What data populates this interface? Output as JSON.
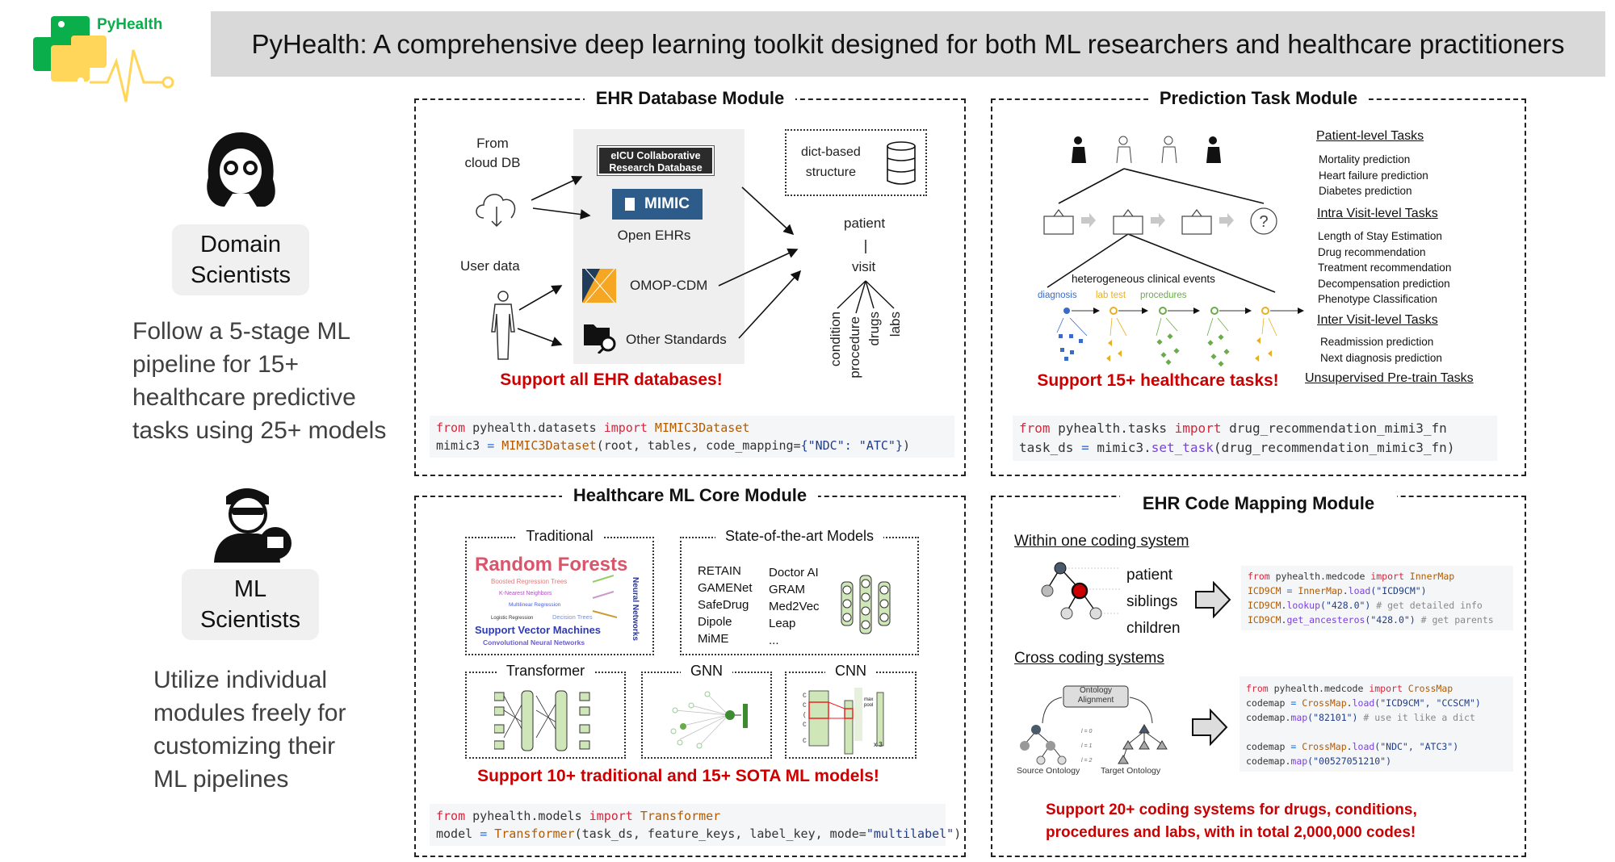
{
  "logo": {
    "text": "PyHealth",
    "green": "#0aaf4b",
    "yellow": "#ffd65a"
  },
  "header": {
    "title": "PyHealth: A comprehensive deep learning toolkit designed for both ML researchers and healthcare practitioners"
  },
  "roles": [
    {
      "label_line1": "Domain",
      "label_line2": "Scientists",
      "description": [
        "Follow a 5-stage ML",
        "pipeline for 15+",
        "healthcare predictive",
        "tasks using 25+ models"
      ]
    },
    {
      "label_line1": "ML",
      "label_line2": "Scientists",
      "description": [
        "Utilize individual",
        "modules freely for",
        "customizing their",
        "ML pipelines"
      ]
    }
  ],
  "colors": {
    "red": "#cc0000",
    "code_bg": "#f5f6f8",
    "mimic_blue": "#2e5c8a"
  },
  "ehr": {
    "title": "EHR Database Module",
    "from_cloud": [
      "From",
      "cloud DB"
    ],
    "user_data": "User data",
    "eicu": [
      "eICU Collaborative",
      "Research Database"
    ],
    "mimic": "MIMIC",
    "open_ehrs": "Open EHRs",
    "omop": "OMOP-CDM",
    "other": "Other Standards",
    "dict": [
      "dict-based",
      "structure"
    ],
    "patient": "patient",
    "visit": "visit",
    "leaves": [
      "condition",
      "procedure",
      "drugs",
      "labs"
    ],
    "support": "Support all EHR databases!",
    "code": [
      [
        {
          "t": "from",
          "k": "kw"
        },
        {
          "t": " pyhealth.datasets "
        },
        {
          "t": "import",
          "k": "kw"
        },
        {
          "t": " MIMIC3Dataset",
          "k": "cls"
        }
      ],
      [
        {
          "t": "mimic3 "
        },
        {
          "t": "=",
          "k": "op"
        },
        {
          "t": " "
        },
        {
          "t": "MIMIC3Dataset",
          "k": "cls"
        },
        {
          "t": "(root, tables, code_mapping="
        },
        {
          "t": "{\"NDC\": \"ATC\"}",
          "k": "str"
        },
        {
          "t": ")"
        }
      ]
    ]
  },
  "pred": {
    "title": "Prediction Task Module",
    "events_label": "heterogeneous clinical events",
    "event_types": [
      {
        "label": "diagnosis",
        "color": "#3a6bc9"
      },
      {
        "label": "lab test",
        "color": "#e8b020"
      },
      {
        "label": "procedures",
        "color": "#6aab4a"
      }
    ],
    "groups": [
      {
        "heading": "Patient-level Tasks",
        "items": [
          "Mortality prediction",
          "Heart failure prediction",
          "Diabetes prediction"
        ]
      },
      {
        "heading": "Intra Visit-level Tasks",
        "items": [
          "Length of Stay Estimation",
          "Drug recommendation",
          "Treatment recommendation",
          "Decompensation prediction",
          "Phenotype Classification"
        ]
      },
      {
        "heading": "Inter Visit-level Tasks",
        "items": [
          "Readmission prediction",
          "Next diagnosis prediction"
        ]
      }
    ],
    "unsupervised": "Unsupervised Pre-train Tasks",
    "support": "Support 15+ healthcare tasks!",
    "code": [
      [
        {
          "t": "from",
          "k": "kw"
        },
        {
          "t": " pyhealth.tasks "
        },
        {
          "t": "import",
          "k": "kw"
        },
        {
          "t": " drug_recommendation_mimi3_fn"
        }
      ],
      [
        {
          "t": "task_ds "
        },
        {
          "t": "=",
          "k": "op"
        },
        {
          "t": " mimic3."
        },
        {
          "t": "set_task",
          "k": "fn"
        },
        {
          "t": "(drug_recommendation_mimic3_fn)"
        }
      ]
    ]
  },
  "core": {
    "title": "Healthcare ML Core Module",
    "traditional": "Traditional",
    "wordcloud": [
      "Random Forests",
      "Neural Networks",
      "Support Vector Machines",
      "Convolutional Neural Networks",
      "Boosted Regression Trees",
      "Decision Trees",
      "K-Nearest Neighbors",
      "Logistic Regression",
      "Multilinear Regression"
    ],
    "sota": "State-of-the-art Models",
    "models_col1": [
      "RETAIN",
      "GAMENet",
      "SafeDrug",
      "Dipole",
      "MiME"
    ],
    "models_col2": [
      "Doctor AI",
      "GRAM",
      "Med2Vec",
      "Leap",
      "..."
    ],
    "transformer": "Transformer",
    "gnn": "GNN",
    "cnn": "CNN",
    "cnn_labels": {
      "pool": "max pool",
      "times": "x 3"
    },
    "support": "Support 10+ traditional and 15+ SOTA ML models!",
    "code": [
      [
        {
          "t": "from",
          "k": "kw"
        },
        {
          "t": " pyhealth.models "
        },
        {
          "t": "import",
          "k": "kw"
        },
        {
          "t": " Transformer",
          "k": "cls"
        }
      ],
      [
        {
          "t": "model "
        },
        {
          "t": "=",
          "k": "op"
        },
        {
          "t": " "
        },
        {
          "t": "Transformer",
          "k": "cls"
        },
        {
          "t": "(task_ds, feature_keys, label_key, mode="
        },
        {
          "t": "\"multilabel\"",
          "k": "str"
        },
        {
          "t": ")"
        }
      ]
    ]
  },
  "mapping": {
    "title": "EHR Code Mapping Module",
    "within": "Within one coding system",
    "tree_labels": [
      "patient",
      "siblings",
      "children"
    ],
    "cross": "Cross coding systems",
    "ontology": {
      "alignment": [
        "Ontology",
        "Alignment"
      ],
      "source": "Source Ontology",
      "target": "Target Ontology",
      "levels": [
        "l = 0",
        "l = 1",
        "l = 2"
      ]
    },
    "code1": [
      [
        {
          "t": "from",
          "k": "kw"
        },
        {
          "t": " pyhealth.medcode "
        },
        {
          "t": "import",
          "k": "kw"
        },
        {
          "t": " InnerMap",
          "k": "cls"
        }
      ],
      [
        {
          "t": "ICD9CM",
          "k": "cls"
        },
        {
          "t": " = ",
          "k": "op"
        },
        {
          "t": "InnerMap",
          "k": "cls"
        },
        {
          "t": "."
        },
        {
          "t": "load",
          "k": "fn"
        },
        {
          "t": "(\"ICD9CM\")",
          "k": "str"
        }
      ],
      [
        {
          "t": "ICD9CM",
          "k": "cls"
        },
        {
          "t": "."
        },
        {
          "t": "lookup",
          "k": "fn"
        },
        {
          "t": "(\"428.0\")",
          "k": "str"
        },
        {
          "t": " # get detailed info",
          "k": "cm"
        }
      ],
      [
        {
          "t": "ICD9CM",
          "k": "cls"
        },
        {
          "t": "."
        },
        {
          "t": "get_ancesteros",
          "k": "fn"
        },
        {
          "t": "(\"428.0\")",
          "k": "str"
        },
        {
          "t": " # get parents",
          "k": "cm"
        }
      ]
    ],
    "code2": [
      [
        {
          "t": "from",
          "k": "kw"
        },
        {
          "t": " pyhealth.medcode "
        },
        {
          "t": "import",
          "k": "kw"
        },
        {
          "t": " CrossMap",
          "k": "cls"
        }
      ],
      [
        {
          "t": "codemap "
        },
        {
          "t": "=",
          "k": "op"
        },
        {
          "t": " "
        },
        {
          "t": "CrossMap",
          "k": "cls"
        },
        {
          "t": "."
        },
        {
          "t": "load",
          "k": "fn"
        },
        {
          "t": "(\"ICD9CM\", \"CCSCM\")",
          "k": "str"
        }
      ],
      [
        {
          "t": "codemap."
        },
        {
          "t": "map",
          "k": "fn"
        },
        {
          "t": "(\"82101\")",
          "k": "str"
        },
        {
          "t": " # use it like a dict",
          "k": "cm"
        }
      ],
      [
        {
          "t": " "
        }
      ],
      [
        {
          "t": "codemap "
        },
        {
          "t": "=",
          "k": "op"
        },
        {
          "t": " "
        },
        {
          "t": "CrossMap",
          "k": "cls"
        },
        {
          "t": "."
        },
        {
          "t": "load",
          "k": "fn"
        },
        {
          "t": "(\"NDC\", \"ATC3\")",
          "k": "str"
        }
      ],
      [
        {
          "t": "codemap."
        },
        {
          "t": "map",
          "k": "fn"
        },
        {
          "t": "(\"00527051210\")",
          "k": "str"
        }
      ]
    ],
    "support": [
      "Support 20+ coding systems for drugs, conditions,",
      "procedures and labs, with in total 2,000,000 codes!"
    ]
  }
}
